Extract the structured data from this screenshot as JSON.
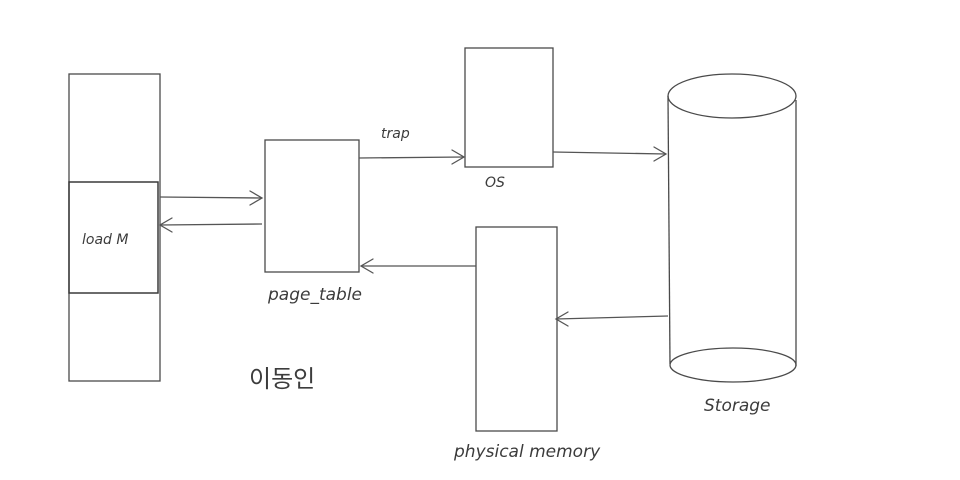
{
  "diagram": {
    "process": {
      "instruction": "load M"
    },
    "page_table": {
      "label": "page_table"
    },
    "os": {
      "label": "OS"
    },
    "physical_memory": {
      "label": "physical memory"
    },
    "storage": {
      "label": "Storage"
    },
    "edges": {
      "trap": "trap"
    },
    "author": "이동인"
  }
}
